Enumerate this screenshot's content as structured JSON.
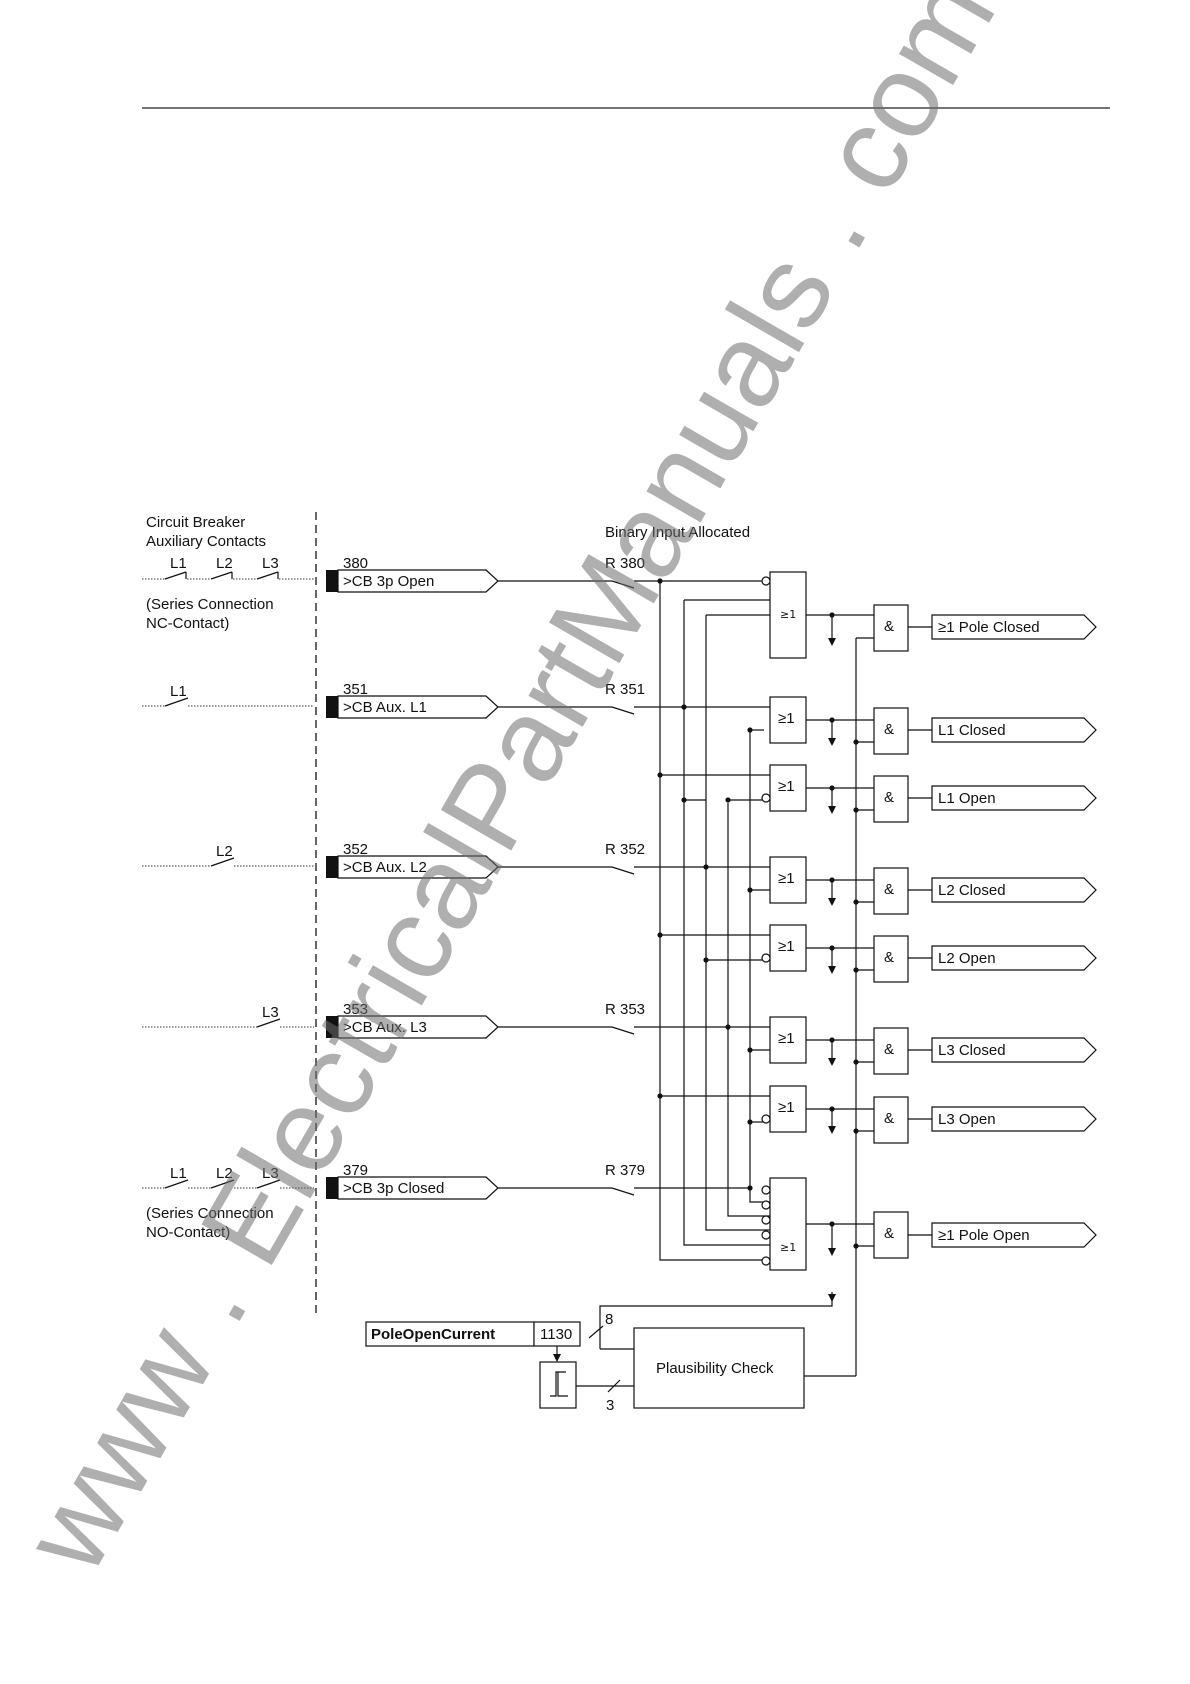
{
  "breaker": {
    "title_line1": "Circuit Breaker",
    "title_line2": "Auxiliary Contacts",
    "nc_line1": "(Series Connection",
    "nc_line2": "NC-Contact)",
    "no_line1": "(Series Connection",
    "no_line2": "NO-Contact)",
    "phase_l1": "L1",
    "phase_l2": "L2",
    "phase_l3": "L3"
  },
  "binary_input_title": "Binary Input Allocated",
  "inputs": [
    {
      "number": "380",
      "label": ">CB 3p Open",
      "allocated": "R 380"
    },
    {
      "number": "351",
      "label": ">CB Aux. L1",
      "allocated": "R 351"
    },
    {
      "number": "352",
      "label": ">CB Aux. L2",
      "allocated": "R 352"
    },
    {
      "number": "353",
      "label": ">CB Aux. L3",
      "allocated": "R 353"
    },
    {
      "number": "379",
      "label": ">CB 3p Closed",
      "allocated": "R 379"
    }
  ],
  "gate_or": "≥1",
  "gate_and": "&",
  "outputs": [
    "≥1 Pole Closed",
    "L1 Closed",
    "L1 Open",
    "L2 Closed",
    "L2 Open",
    "L3 Closed",
    "L3 Open",
    "≥1 Pole Open"
  ],
  "parameter": {
    "name": "PoleOpenCurrent",
    "address": "1130"
  },
  "plausibility": {
    "label": "Plausibility Check",
    "bus_in": "8",
    "bus_current": "3"
  },
  "watermark": "www . ElectricalPartManuals . com"
}
